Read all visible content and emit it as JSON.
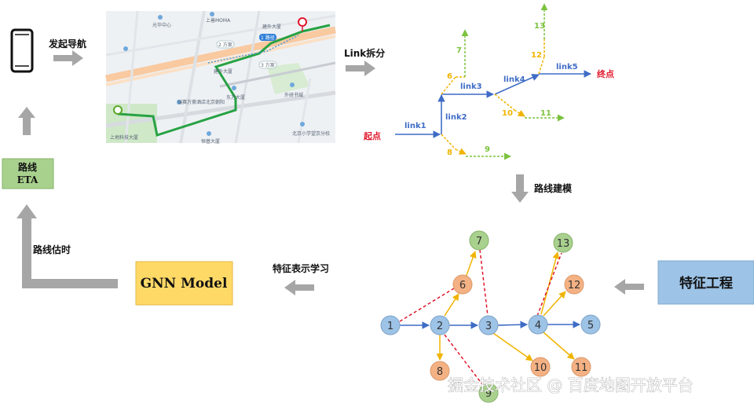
{
  "labels": {
    "start_navigation": "发起导航",
    "link_split": "Link拆分",
    "route_modeling": "路线建模",
    "feature_learning": "特征表示学习",
    "route_estimation": "路线估时"
  },
  "boxes": {
    "eta_line1": "路线",
    "eta_line2": "ETA",
    "gnn_model": "GNN Model",
    "feature_engineering": "特征工程"
  },
  "link_graph": {
    "start_label": "起点",
    "end_label": "终点",
    "links": [
      "link1",
      "link2",
      "link3",
      "link4",
      "link5"
    ],
    "branch_numbers": [
      "6",
      "7",
      "8",
      "9",
      "10",
      "11",
      "12",
      "13"
    ]
  },
  "graph_nodes": [
    "1",
    "2",
    "3",
    "4",
    "5",
    "6",
    "7",
    "8",
    "9",
    "10",
    "11",
    "12",
    "13"
  ],
  "map_labels": [
    "光华中心",
    "上善MOMA",
    "建外大厦",
    "建外大厦",
    "瑞赛万豪酒店北京朝阳",
    "东方大厦",
    "外研书城",
    "上地科技大厦",
    "恒基大厦",
    "北京小学望京分校"
  ],
  "map_markers": {
    "marker_1": "1 路径",
    "marker_2": "2 方案",
    "marker_3": "3 方案"
  },
  "watermark": "掘金技术社区 @ 百度地图开放平台",
  "colors": {
    "blue": "#3e6cc6",
    "yellow": "#f0b400",
    "green_dash": "#7cc23e",
    "red": "#e0162b",
    "node_blue": "#9dc3e6",
    "node_orange": "#f4b183",
    "node_green": "#a9d18e",
    "gnn_fill": "#ffd966",
    "feature_fill": "#9dc3e6",
    "eta_fill": "#a9d18e",
    "gray_arrow": "#a6a6a6"
  },
  "icons": [
    "phone-icon",
    "map-thumbnail"
  ]
}
